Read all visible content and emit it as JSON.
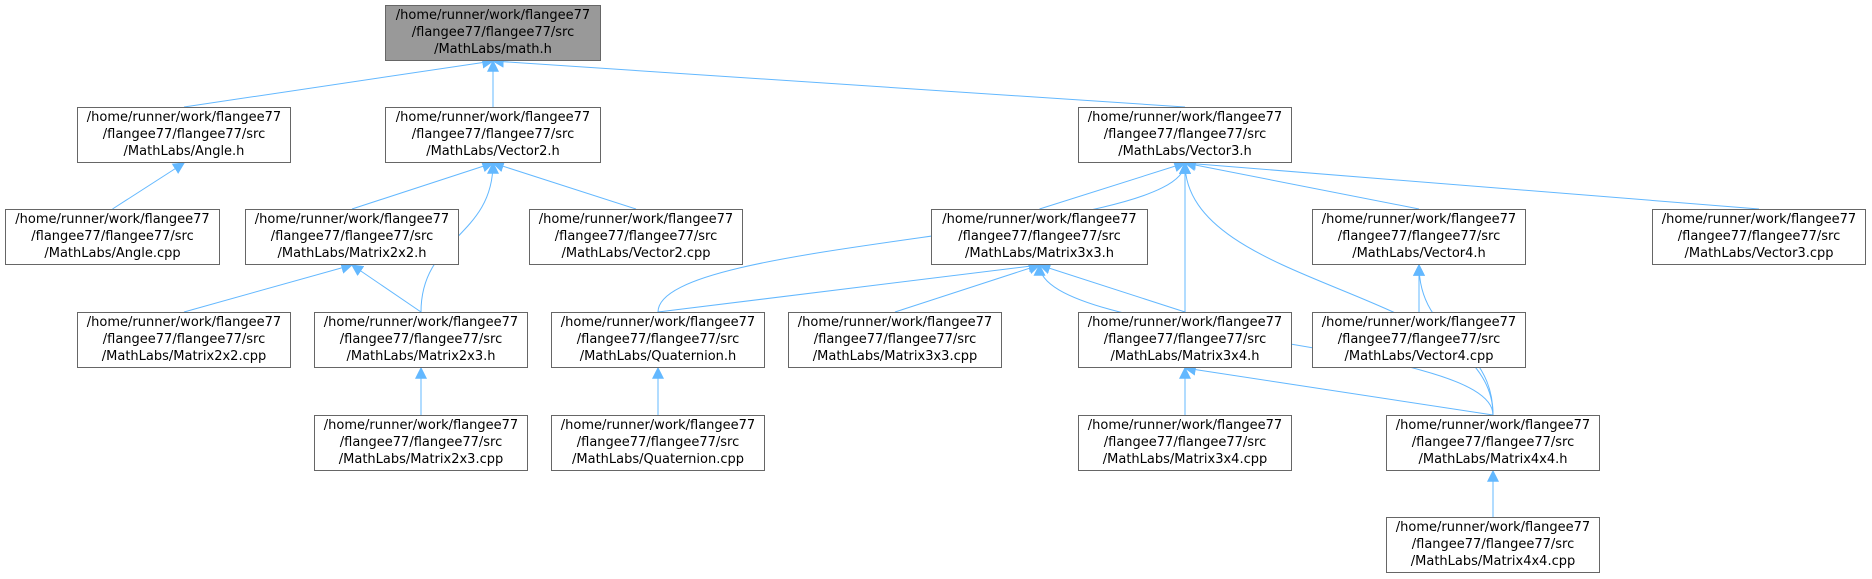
{
  "colors": {
    "edge": "#63b8ff",
    "node_border": "#666666",
    "root_fill": "#999999",
    "node_fill": "#ffffff"
  },
  "nodes": {
    "math_h": {
      "lines": [
        "/home/runner/work/flangee77",
        "/flangee77/flangee77/src",
        "/MathLabs/math.h"
      ]
    },
    "angle_h": {
      "lines": [
        "/home/runner/work/flangee77",
        "/flangee77/flangee77/src",
        "/MathLabs/Angle.h"
      ]
    },
    "vector2_h": {
      "lines": [
        "/home/runner/work/flangee77",
        "/flangee77/flangee77/src",
        "/MathLabs/Vector2.h"
      ]
    },
    "vector3_h": {
      "lines": [
        "/home/runner/work/flangee77",
        "/flangee77/flangee77/src",
        "/MathLabs/Vector3.h"
      ]
    },
    "angle_cpp": {
      "lines": [
        "/home/runner/work/flangee77",
        "/flangee77/flangee77/src",
        "/MathLabs/Angle.cpp"
      ]
    },
    "matrix2x2_h": {
      "lines": [
        "/home/runner/work/flangee77",
        "/flangee77/flangee77/src",
        "/MathLabs/Matrix2x2.h"
      ]
    },
    "vector2_cpp": {
      "lines": [
        "/home/runner/work/flangee77",
        "/flangee77/flangee77/src",
        "/MathLabs/Vector2.cpp"
      ]
    },
    "matrix3x3_h": {
      "lines": [
        "/home/runner/work/flangee77",
        "/flangee77/flangee77/src",
        "/MathLabs/Matrix3x3.h"
      ]
    },
    "vector4_h": {
      "lines": [
        "/home/runner/work/flangee77",
        "/flangee77/flangee77/src",
        "/MathLabs/Vector4.h"
      ]
    },
    "vector3_cpp": {
      "lines": [
        "/home/runner/work/flangee77",
        "/flangee77/flangee77/src",
        "/MathLabs/Vector3.cpp"
      ]
    },
    "matrix2x2_cpp": {
      "lines": [
        "/home/runner/work/flangee77",
        "/flangee77/flangee77/src",
        "/MathLabs/Matrix2x2.cpp"
      ]
    },
    "matrix2x3_h": {
      "lines": [
        "/home/runner/work/flangee77",
        "/flangee77/flangee77/src",
        "/MathLabs/Matrix2x3.h"
      ]
    },
    "quaternion_h": {
      "lines": [
        "/home/runner/work/flangee77",
        "/flangee77/flangee77/src",
        "/MathLabs/Quaternion.h"
      ]
    },
    "matrix3x3_cpp": {
      "lines": [
        "/home/runner/work/flangee77",
        "/flangee77/flangee77/src",
        "/MathLabs/Matrix3x3.cpp"
      ]
    },
    "matrix3x4_h": {
      "lines": [
        "/home/runner/work/flangee77",
        "/flangee77/flangee77/src",
        "/MathLabs/Matrix3x4.h"
      ]
    },
    "vector4_cpp": {
      "lines": [
        "/home/runner/work/flangee77",
        "/flangee77/flangee77/src",
        "/MathLabs/Vector4.cpp"
      ]
    },
    "matrix2x3_cpp": {
      "lines": [
        "/home/runner/work/flangee77",
        "/flangee77/flangee77/src",
        "/MathLabs/Matrix2x3.cpp"
      ]
    },
    "quaternion_cpp": {
      "lines": [
        "/home/runner/work/flangee77",
        "/flangee77/flangee77/src",
        "/MathLabs/Quaternion.cpp"
      ]
    },
    "matrix3x4_cpp": {
      "lines": [
        "/home/runner/work/flangee77",
        "/flangee77/flangee77/src",
        "/MathLabs/Matrix3x4.cpp"
      ]
    },
    "matrix4x4_h": {
      "lines": [
        "/home/runner/work/flangee77",
        "/flangee77/flangee77/src",
        "/MathLabs/Matrix4x4.h"
      ]
    },
    "matrix4x4_cpp": {
      "lines": [
        "/home/runner/work/flangee77",
        "/flangee77/flangee77/src",
        "/MathLabs/Matrix4x4.cpp"
      ]
    }
  },
  "edges": [
    [
      "angle_h",
      "math_h"
    ],
    [
      "vector2_h",
      "math_h"
    ],
    [
      "vector3_h",
      "math_h"
    ],
    [
      "angle_cpp",
      "angle_h"
    ],
    [
      "matrix2x2_h",
      "vector2_h"
    ],
    [
      "matrix2x3_h",
      "vector2_h"
    ],
    [
      "vector2_cpp",
      "vector2_h"
    ],
    [
      "matrix2x2_cpp",
      "matrix2x2_h"
    ],
    [
      "matrix2x3_h",
      "matrix2x2_h"
    ],
    [
      "matrix2x3_cpp",
      "matrix2x3_h"
    ],
    [
      "quaternion_h",
      "vector3_h"
    ],
    [
      "matrix3x3_h",
      "vector3_h"
    ],
    [
      "matrix3x4_h",
      "vector3_h"
    ],
    [
      "vector4_h",
      "vector3_h"
    ],
    [
      "vector3_cpp",
      "vector3_h"
    ],
    [
      "matrix4x4_h",
      "vector3_h"
    ],
    [
      "quaternion_h",
      "matrix3x3_h"
    ],
    [
      "matrix3x3_cpp",
      "matrix3x3_h"
    ],
    [
      "matrix3x4_h",
      "matrix3x3_h"
    ],
    [
      "matrix4x4_h",
      "matrix3x3_h"
    ],
    [
      "quaternion_cpp",
      "quaternion_h"
    ],
    [
      "matrix3x4_cpp",
      "matrix3x4_h"
    ],
    [
      "matrix4x4_h",
      "matrix3x4_h"
    ],
    [
      "vector4_cpp",
      "vector4_h"
    ],
    [
      "matrix4x4_h",
      "vector4_h"
    ],
    [
      "matrix4x4_cpp",
      "matrix4x4_h"
    ]
  ]
}
